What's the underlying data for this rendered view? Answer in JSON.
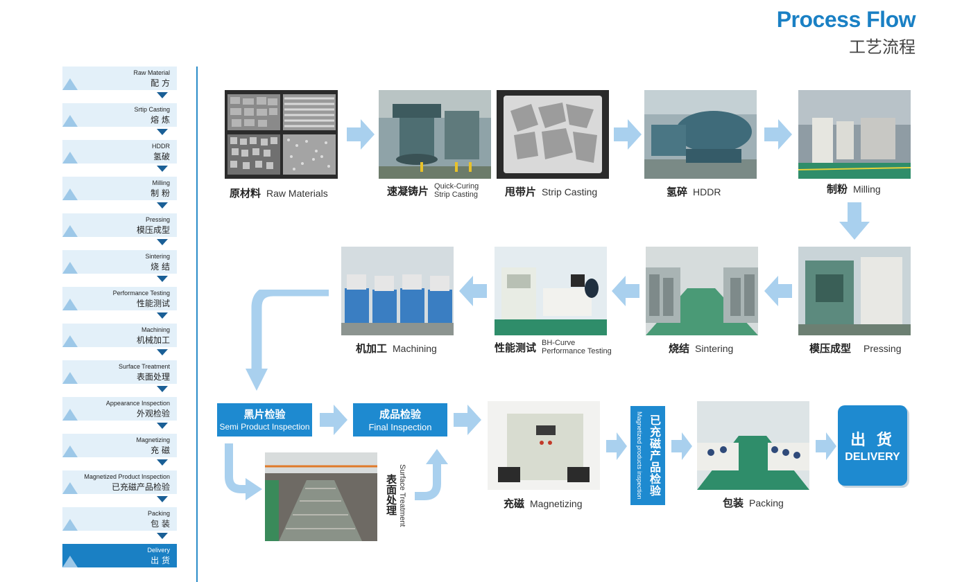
{
  "header": {
    "title_en": "Process Flow",
    "title_cn": "工艺流程"
  },
  "sidebar": {
    "items": [
      {
        "en": "Raw Material",
        "cn": "配 方"
      },
      {
        "en": "Srtip Casting",
        "cn": "熔 炼"
      },
      {
        "en": "HDDR",
        "cn": "氢破"
      },
      {
        "en": "Milling",
        "cn": "制 粉"
      },
      {
        "en": "Pressing",
        "cn": "模压成型"
      },
      {
        "en": "Sintering",
        "cn": "烧 结"
      },
      {
        "en": "Performance Testing",
        "cn": "性能测试"
      },
      {
        "en": "Machining",
        "cn": "机械加工"
      },
      {
        "en": "Surface Treatment",
        "cn": "表面处理"
      },
      {
        "en": "Appearance Inspection",
        "cn": "外观检验"
      },
      {
        "en": "Magnetizing",
        "cn": "充 磁"
      },
      {
        "en": "Magnetized Product Inspection",
        "cn": "已充磁产品检验"
      },
      {
        "en": "Packing",
        "cn": "包 装"
      },
      {
        "en": "Delivery",
        "cn": "出 货"
      }
    ]
  },
  "flow": {
    "raw_materials": {
      "cn": "原材料",
      "en": "Raw Materials"
    },
    "quick_curing": {
      "cn": "速凝铸片",
      "en1": "Quick-Curing",
      "en2": "Strip Casting"
    },
    "strip_casting": {
      "cn": "甩带片",
      "en": "Strip Casting"
    },
    "hddr": {
      "cn": "氢碎",
      "en": "HDDR"
    },
    "milling": {
      "cn": "制粉",
      "en": "Milling"
    },
    "pressing": {
      "cn": "模压成型",
      "en": "Pressing"
    },
    "sintering": {
      "cn": "烧结",
      "en": "Sintering"
    },
    "testing": {
      "cn": "性能测试",
      "en1": "BH-Curve",
      "en2": "Performance Testing"
    },
    "machining": {
      "cn": "机加工",
      "en": "Machining"
    },
    "semi_inspection": {
      "cn": "黑片检验",
      "en": "Semi Product Inspection"
    },
    "final_inspection": {
      "cn": "成品检验",
      "en": "Final Inspection"
    },
    "surface": {
      "cn": "表面处理",
      "en": "Surface Treatment"
    },
    "magnetizing": {
      "cn": "充磁",
      "en": "Magnetizing"
    },
    "magnetized_inspection": {
      "cn": "已充磁产品检验",
      "en": "Magnetized products inspection"
    },
    "packing": {
      "cn": "包装",
      "en": "Packing"
    },
    "delivery": {
      "cn": "出 货",
      "en": "DELIVERY"
    }
  },
  "colors": {
    "accent": "#1a80c4",
    "arrow": "#a9d0ee",
    "sidebar_bg": "#e3f0f9"
  }
}
